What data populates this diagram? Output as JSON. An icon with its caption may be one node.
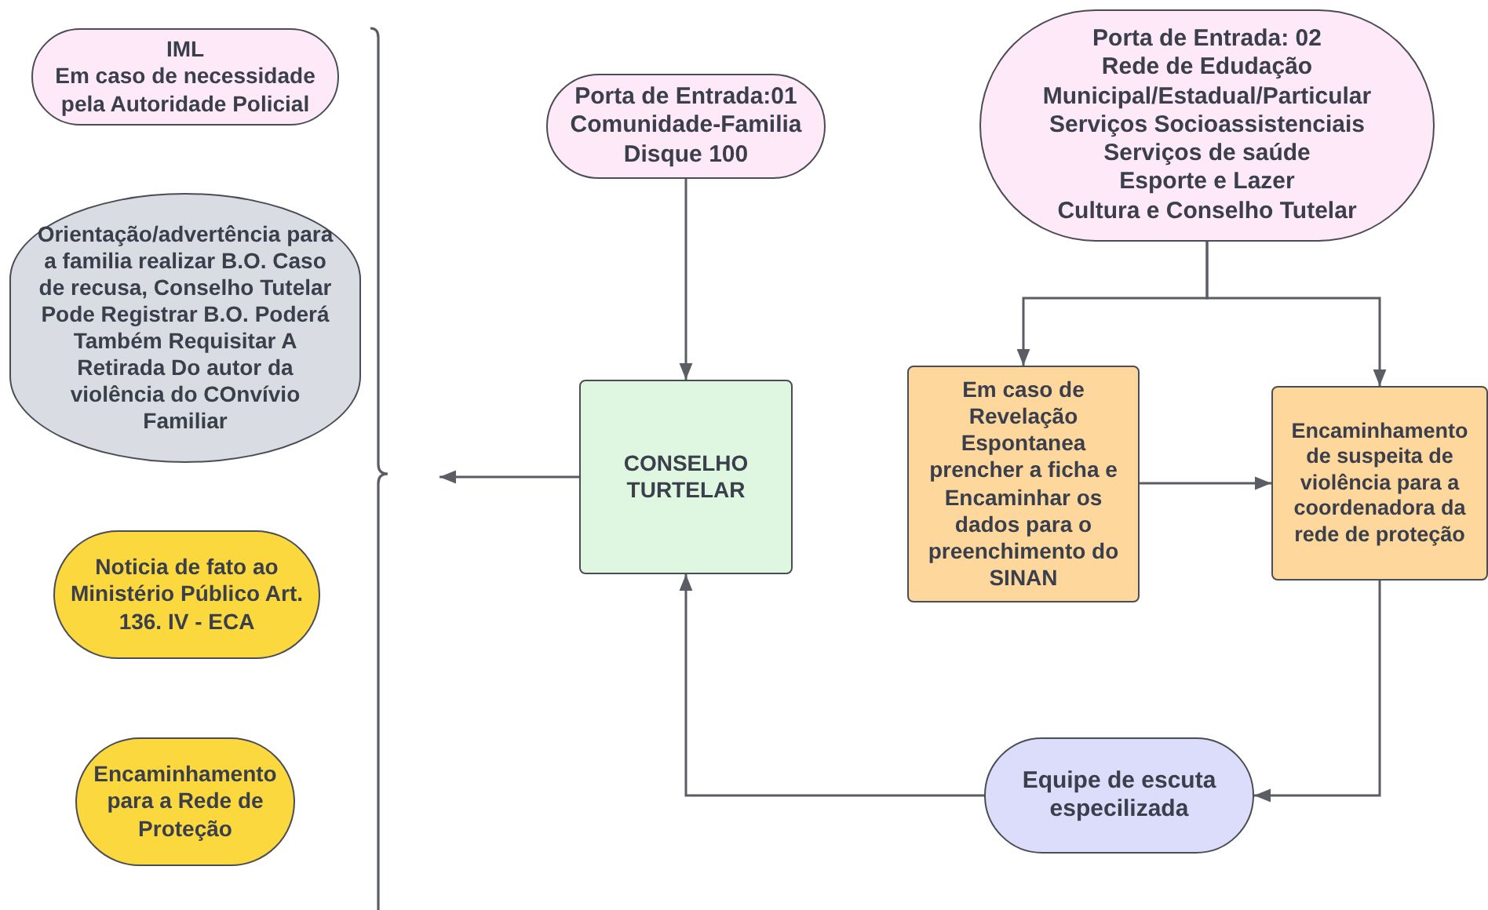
{
  "diagram": {
    "nodes": [
      {
        "text": [
          "IML",
          "Em caso de necessidade pela Autoridade Policial"
        ]
      },
      {
        "text": [
          "Orientação/advertência para a familia realizar B.O. Caso de recusa, Conselho Tutelar Pode Registrar B.O. Poderá Também Requisitar A Retirada Do autor da violência do COnvívio Familiar"
        ]
      },
      {
        "text": [
          "Noticia de fato ao Ministério Público Art. 136. IV - ECA"
        ]
      },
      {
        "text": [
          "Encaminhamento para a Rede de Proteção"
        ]
      },
      {
        "text": [
          "Porta de Entrada:01 Comunidade-Familia Disque 100"
        ]
      },
      {
        "text": [
          "Porta de Entrada: 02",
          "Rede de Edudação",
          "Municipal/Estadual/Particular",
          "Serviços Socioassistenciais",
          "Serviços de saúde",
          "Esporte e Lazer",
          "Cultura e Conselho Tutelar"
        ]
      },
      {
        "text": [
          "CONSELHO TURTELAR"
        ]
      },
      {
        "text": [
          "Em caso de Revelação Espontanea prencher a ficha e Encaminhar os dados para o preenchimento do SINAN"
        ]
      },
      {
        "text": [
          "Encaminhamento de suspeita de violência para a coordenadora da rede de proteção"
        ]
      },
      {
        "text": [
          "Equipe de escuta especilizada"
        ]
      }
    ],
    "edges": [
      {
        "from": 4,
        "to": 6,
        "arrow": "to"
      },
      {
        "from": 5,
        "to": 7,
        "arrow": "to"
      },
      {
        "from": 5,
        "to": 8,
        "arrow": "to"
      },
      {
        "from": 7,
        "to": 8,
        "arrow": "to"
      },
      {
        "from": 8,
        "to": 9,
        "arrow": "to"
      },
      {
        "from": 9,
        "to": 6,
        "arrow": "to"
      },
      {
        "from": 6,
        "to": null,
        "arrow": "to"
      }
    ]
  }
}
